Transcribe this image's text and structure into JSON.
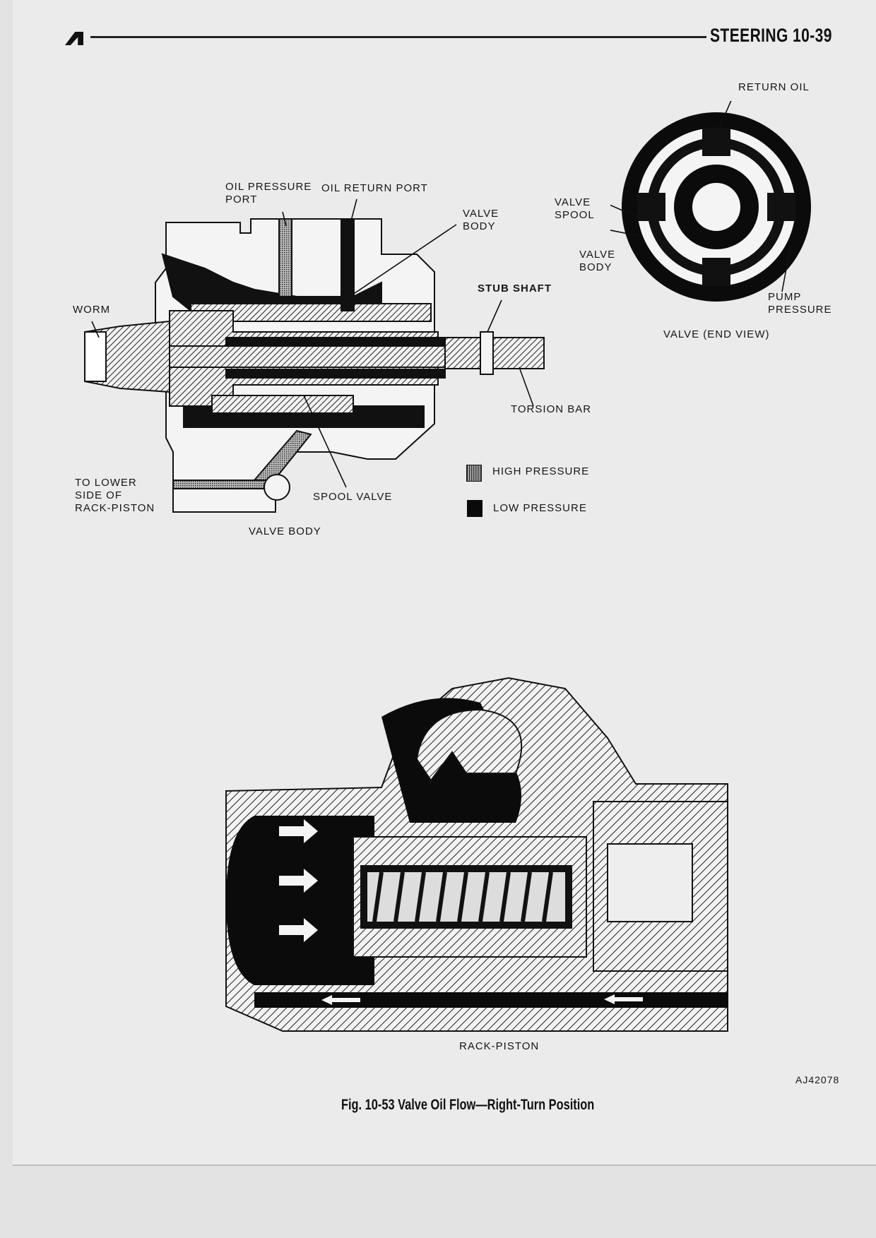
{
  "header": {
    "section": "STEERING 10-39"
  },
  "upper_figure": {
    "labels": {
      "oil_pressure_port": "OIL PRESSURE\nPORT",
      "oil_return_port": "OIL RETURN PORT",
      "valve_body_top": "VALVE\nBODY",
      "worm": "WORM",
      "stub_shaft": "STUB SHAFT",
      "torsion_bar": "TORSION BAR",
      "to_lower_side": "TO LOWER\nSIDE OF\nRACK-PISTON",
      "spool_valve": "SPOOL VALVE",
      "valve_body_bottom": "VALVE BODY"
    },
    "legend": [
      {
        "label": "HIGH PRESSURE",
        "color": "#8a8a8a"
      },
      {
        "label": "LOW PRESSURE",
        "color": "#0a0a0a"
      }
    ],
    "end_view": {
      "return_oil": "RETURN OIL",
      "valve_spool": "VALVE\nSPOOL",
      "valve_body": "VALVE\nBODY",
      "pump_pressure": "PUMP\nPRESSURE",
      "title": "VALVE (END VIEW)"
    }
  },
  "lower_figure": {
    "label": "RACK-PISTON"
  },
  "figure_code": "AJ42078",
  "caption": "Fig. 10-53  Valve Oil Flow—Right-Turn Position"
}
